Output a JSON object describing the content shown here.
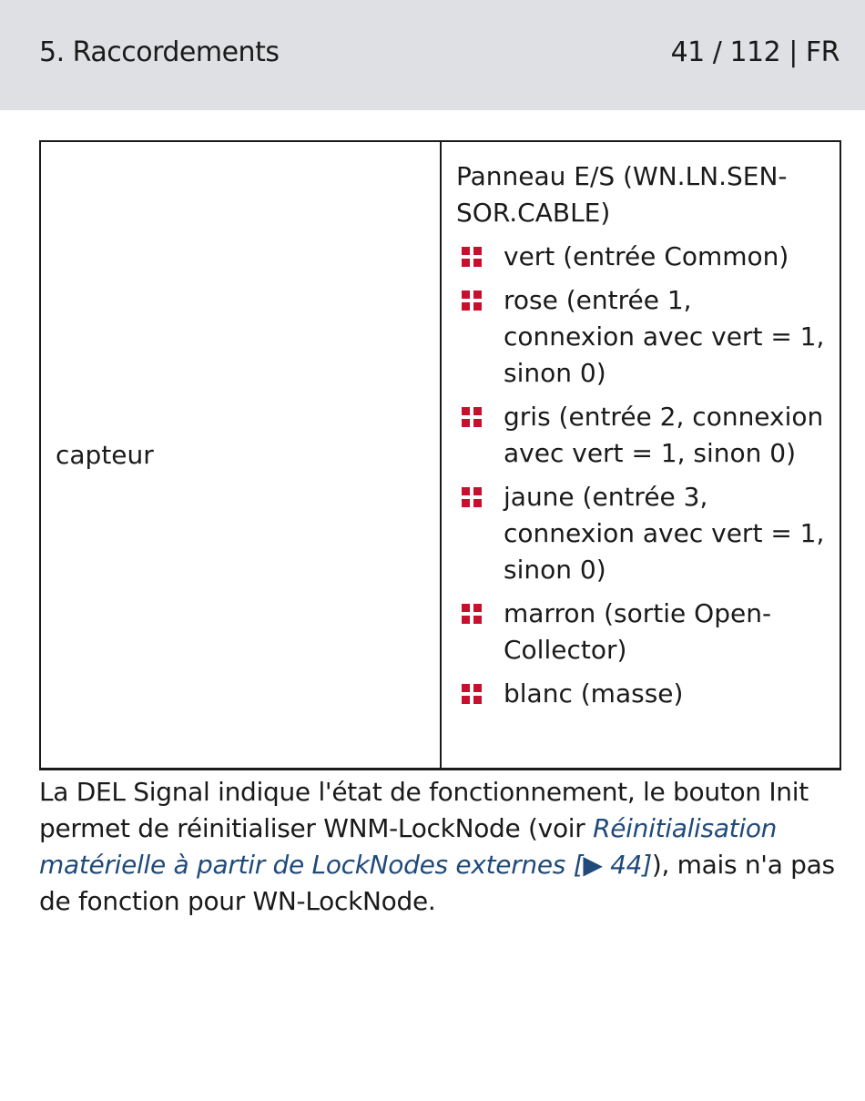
{
  "header": {
    "section": "5. Raccordements",
    "page_info": "41 / 112 | FR"
  },
  "table": {
    "left_cell": "capteur",
    "right_title": "Panneau E/S (WN.LN.SEN-SOR.CABLE)",
    "bullet_icon": "red-square-grid-icon",
    "bullet_color": "#c8102e",
    "items": [
      "vert (entrée Common)",
      "rose (entrée 1, connexion avec vert = 1, sinon 0)",
      "gris (entrée 2, connexion avec vert = 1, sinon 0)",
      "jaune (entrée 3, connexion avec vert = 1, sinon 0)",
      "marron (sortie Open-Collector)",
      "blanc (masse)"
    ]
  },
  "paragraph": {
    "text_before": "La DEL Signal indique l'état de fonctionnement, le bouton Init permet de réinitialiser WNM-LockNode (voir ",
    "link_text": "Réinitialisation matérielle à partir de LockNodes externes [",
    "link_arrow": "▶",
    "link_page": " 44]",
    "text_after": "), mais n'a pas de fonction pour WN-LockNode.",
    "link_color": "#1f4a7a"
  }
}
